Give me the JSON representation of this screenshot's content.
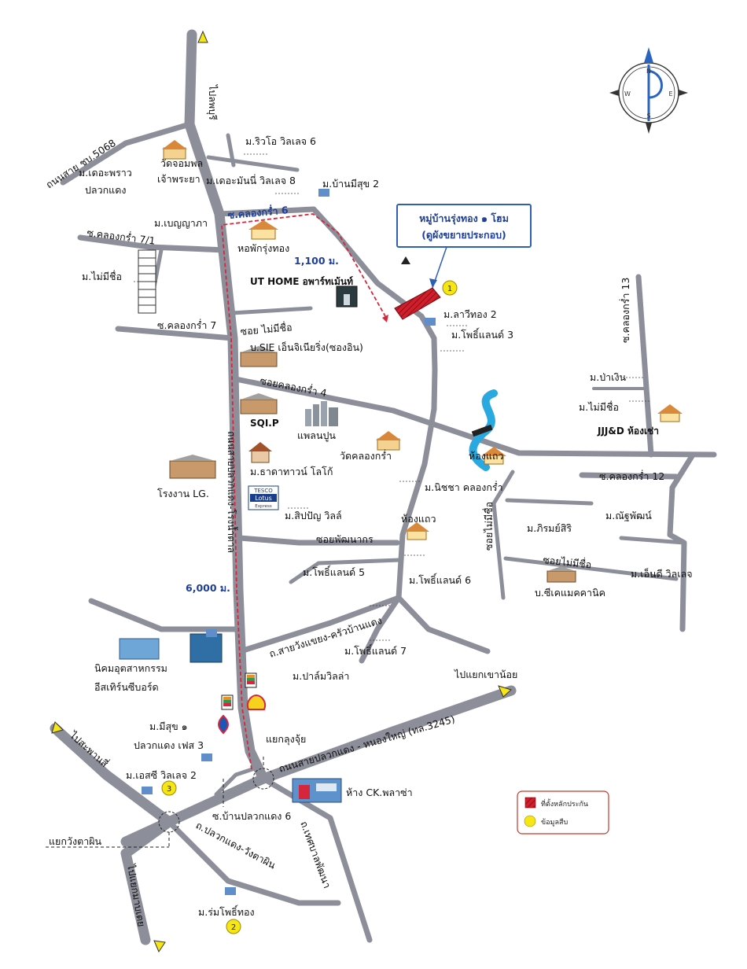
{
  "compass": {
    "n": "N",
    "e": "E",
    "s": "S",
    "w": "W"
  },
  "callout": {
    "line1": "หมู่บ้านรุ่งทอง ๑ โฮม",
    "line2": "(ดูผังขยายประกอบ)"
  },
  "distances": {
    "short": "1,100 ม.",
    "long": "6,000 ม."
  },
  "markers": {
    "m1": "1",
    "m2": "2",
    "m3": "3"
  },
  "legend": {
    "red": "ที่ตั้งหลักประกัน",
    "yellow": "ข้อมูลสืบ"
  },
  "roads": {
    "to_lopburi": "ไปลพบุรี",
    "hwy5068": "ถนนสาย ชบ.5068",
    "klongkram6": "ซ.คลองกร่ำ 6",
    "klongkram71": "ซ.คลองกร่ำ 7/1",
    "klongkram7": "ซ.คลองกร่ำ 7",
    "soi_unnamed1": "ซอย ไม่มีชื่อ",
    "soi_klongkram4": "ซอยคลองกร่ำ 4",
    "main_road": "ถนนสายปลวกแดง-โรงน้ำตาล",
    "soi_phatthanakorn": "ซอยพัฒนากร",
    "wang_chao": "ถ.สายวังแขยง-ครัวบ้านแดง",
    "to_khao_noi": "ไปแยกเขาน้อย",
    "hwy3245": "ถนนสายปลวกแดง - หนองใหญ่ (ทล.3245)",
    "to_sattahip": "ไปสะพานสี่",
    "to_map_ta_phut": "ไปแยกมาบเตย",
    "junction_lungjui": "แยกลุงจุ้ย",
    "junction_wang_ta_phin": "แยกวังตาผิน",
    "soi_pluakdaeng6": "ซ.บ้านปลวกแดง 6",
    "pluakdaeng_wang": "ถ.ปลวกแดง-วังตาผิน",
    "thetsaban": "ถ.เทศบาลพัฒนา",
    "klongkram13": "ซ.คลองกร่ำ 13",
    "klongkram12": "ซ.คลองกร่ำ 12",
    "soi_unnamed_v": "ซอยไม่มีชื่อ",
    "soi_unnamed_h": "ซอยไม่มีชื่อ"
  },
  "places": {
    "rio6": "ม.ริวโอ วิลเลจ 6",
    "wat_jom": "วัดจอมพล",
    "wat_jom2": "เจ้าพระยา",
    "coconut": "ม.เดอะพราว",
    "coconut2": "ปลวกแดง",
    "money8": "ม.เดอะมันนี่ วิลเลจ 8",
    "baanmeesuk2": "ม.บ้านมีสุข 2",
    "benyapa": "ม.เบญญาภา",
    "dorm": "หอพักรุ่งทอง",
    "no_name": "ม.ไม่มีชื่อ",
    "ut_home": "UT HOME อพาร์ทเม้นท์",
    "lavi2": "ม.ลาวีทอง 2",
    "pho3": "ม.โพธิ์แลนด์ 3",
    "sie": "บ.SIE เอ็นจิเนียริ่ง(ซองอิน)",
    "sqip": "SQI.P",
    "cement": "แพลนปูน",
    "wat_klong": "วัดคลองกร่ำ",
    "townhome": "ม.ธาดาทาวน์ โลโก้",
    "lg": "โรงงาน LG.",
    "tesco_top": "TESCO",
    "tesco_mid": "Lotus",
    "tesco_sub": "Express",
    "sippan": "ม.สิปปัญ วิลล์",
    "row_house1": "ห้องแถว",
    "nitcha": "ม.นิชชา คลองกร่ำ",
    "row_house2": "ห้องแถว",
    "pho5": "ม.โพธิ์แลนด์ 5",
    "pho6": "ม.โพธิ์แลนด์ 6",
    "pho7": "ม.โพธิ์แลนด์ 7",
    "palm": "ม.ปาล์มวิลล่า",
    "estate1": "นิคมอุตสาหกรรม",
    "estate2": "อีสเทิร์นซีบอร์ด",
    "meesuk1": "ม.มีสุข ๑",
    "meesuk2": "ปลวกแดง เฟส 3",
    "acj2": "ม.เอสซี วิลเลจ 2",
    "ck": "ห้าง CK.พลาซ่า",
    "rompho": "ม.ร่มโพธิ์ทอง",
    "paongern": "ม.ป่าเงิน",
    "noname2": "ม.ไม่มีชื่อ",
    "jjd": "JJJ&D ห้องเช่า",
    "nutpon": "ม.ณัฐพัฒน์",
    "pirom": "ม.ภิรมย์สิริ",
    "nd": "ม.เอ็นดี วิลเลจ",
    "sikem": "บ.ซีเคแมคคานิค"
  },
  "colors": {
    "road": "#8c8f99",
    "route": "#d6263b",
    "collateral": "#cf1f2b",
    "info": "#f6e616",
    "blue_text": "#1f3f96",
    "river": "#2aa8e0"
  }
}
